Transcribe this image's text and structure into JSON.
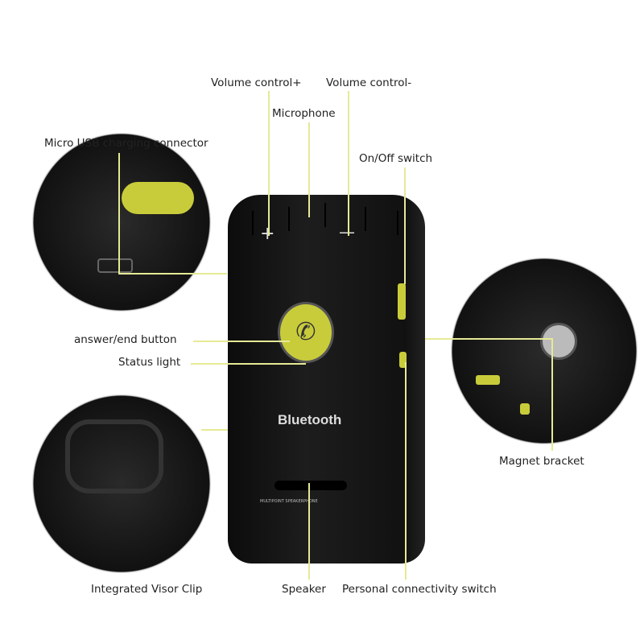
{
  "labels": {
    "vol_plus": "Volume control+",
    "vol_minus": "Volume control-",
    "microphone": "Microphone",
    "usb": "Micro USB charging connector",
    "onoff": "On/Off switch",
    "answer": "answer/end button",
    "status": "Status light",
    "magnet": "Magnet bracket",
    "visor": "Integrated Visor Clip",
    "speaker": "Speaker",
    "personal": "Personal connectivity switch"
  },
  "device": {
    "brand": "Bluetooth",
    "subtitle": "MULTIPOINT SPEAKERPHONE",
    "plus": "+",
    "minus": "—"
  },
  "colors": {
    "accent": "#c9cc3a",
    "line": "#e6ea95"
  }
}
